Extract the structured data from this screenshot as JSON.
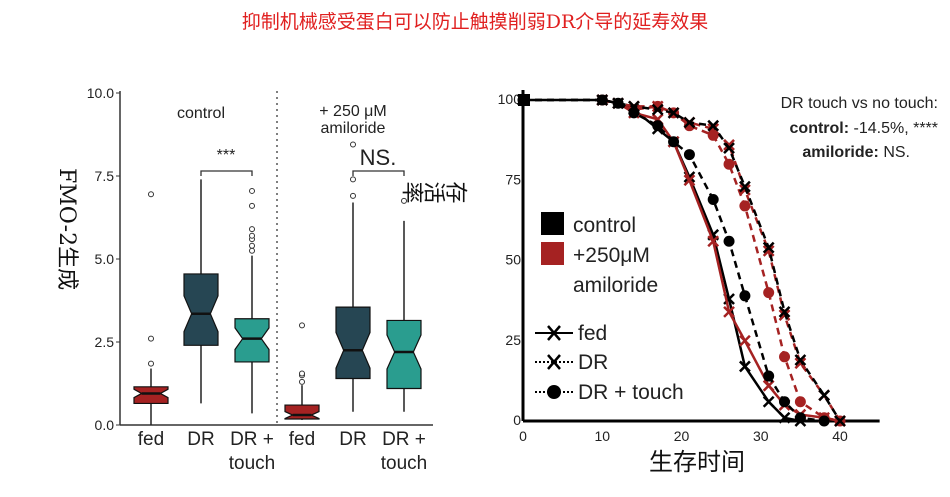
{
  "title": "抑制机械感受蛋白可以防止触摸削弱DR介导的延寿效果",
  "colors": {
    "title": "#e02020",
    "fed": "#a52222",
    "dr": "#264653",
    "touch": "#2a9d8f",
    "red": "#a52222",
    "black": "#000000"
  },
  "chart_data": [
    {
      "type": "box",
      "ylabel": "FMO-2生成",
      "ylim": [
        0,
        10
      ],
      "yticks": [
        "0.0",
        "2.5",
        "5.0",
        "7.5",
        "10.0"
      ],
      "yticks_values": [
        0,
        2.5,
        5,
        7.5,
        10
      ],
      "groups": [
        {
          "label": "control",
          "significance": "***"
        },
        {
          "label_line1": "+ 250 μM",
          "label_line2": "amiloride",
          "significance": "NS."
        }
      ],
      "boxes": [
        {
          "cat": "fed",
          "cat2": "",
          "group": 0,
          "color": "fed",
          "min": 0,
          "q1": 0.65,
          "median": 0.95,
          "q3": 1.15,
          "max": 1.7,
          "outliers": [
            1.85,
            2.6,
            6.95
          ]
        },
        {
          "cat": "DR",
          "cat2": "",
          "group": 0,
          "color": "dr",
          "min": 0.65,
          "q1": 2.4,
          "median": 3.35,
          "q3": 4.55,
          "max": 7.4,
          "outliers": []
        },
        {
          "cat": "DR +",
          "cat2": "touch",
          "group": 0,
          "color": "touch",
          "min": 0.35,
          "q1": 1.9,
          "median": 2.6,
          "q3": 3.2,
          "max": 5.1,
          "outliers": [
            5.25,
            5.4,
            5.6,
            5.7,
            5.9,
            6.6,
            7.05
          ]
        },
        {
          "cat": "fed",
          "cat2": "",
          "group": 1,
          "color": "fed",
          "min": 0.15,
          "q1": 0.18,
          "median": 0.3,
          "q3": 0.6,
          "max": 1.2,
          "outliers": [
            1.3,
            1.5,
            1.55,
            3.0
          ]
        },
        {
          "cat": "DR",
          "cat2": "",
          "group": 1,
          "color": "dr",
          "min": 0.4,
          "q1": 1.4,
          "median": 2.25,
          "q3": 3.55,
          "max": 6.7,
          "outliers": [
            6.9,
            7.4,
            8.45
          ]
        },
        {
          "cat": "DR +",
          "cat2": "touch",
          "group": 1,
          "color": "touch",
          "min": 0.4,
          "q1": 1.1,
          "median": 2.2,
          "q3": 3.15,
          "max": 6.15,
          "outliers": [
            6.75
          ]
        }
      ]
    },
    {
      "type": "line",
      "xlabel": "生存时间",
      "ylabel": "存活率",
      "xlim": [
        0,
        45
      ],
      "ylim": [
        0,
        100
      ],
      "xticks": [
        0,
        10,
        20,
        30,
        40
      ],
      "yticks": [
        0,
        25,
        50,
        75,
        100
      ],
      "annotation": {
        "line1": "DR touch vs no touch:",
        "line2_bold": "control:",
        "line2": " -14.5%, ****",
        "line3_bold": "amiloride:",
        "line3": " NS."
      },
      "legend": {
        "control": "control",
        "amiloride_1": "+250μM",
        "amiloride_2": "amiloride",
        "fed": "fed",
        "dr": "DR",
        "dr_touch": "DR + touch"
      },
      "series": [
        {
          "name": "control fed",
          "color": "black",
          "dash": "solid",
          "marker": "x",
          "x": [
            0,
            10,
            12,
            14,
            17,
            19,
            21,
            24,
            26,
            28,
            31,
            33,
            35
          ],
          "y": [
            100,
            100,
            99,
            97,
            91,
            87,
            76,
            58,
            38,
            17,
            6,
            1,
            0
          ]
        },
        {
          "name": "amiloride fed",
          "color": "red",
          "dash": "solid",
          "marker": "x",
          "x": [
            10,
            12,
            14,
            17,
            19,
            21,
            24,
            26,
            28,
            31,
            33,
            35,
            38,
            40
          ],
          "y": [
            100,
            99,
            96,
            94,
            87,
            75,
            56,
            34,
            25,
            11,
            5,
            2,
            1,
            0
          ]
        },
        {
          "name": "amiloride DR",
          "color": "red",
          "dash": "dashed",
          "marker": "x",
          "x": [
            10,
            14,
            17,
            19,
            21,
            24,
            26,
            28,
            31,
            33,
            35,
            38,
            40
          ],
          "y": [
            100,
            98,
            98,
            96,
            93,
            91,
            86,
            72,
            53,
            33,
            18,
            8,
            0
          ]
        },
        {
          "name": "amiloride DR + touch",
          "color": "red",
          "dash": "dashed",
          "marker": "o",
          "x": [
            10,
            14,
            17,
            19,
            21,
            24,
            26,
            28,
            31,
            33,
            35,
            38,
            40
          ],
          "y": [
            100,
            97,
            98,
            96,
            92,
            89,
            80,
            67,
            40,
            20,
            6,
            1,
            0
          ]
        },
        {
          "name": "control DR",
          "color": "black",
          "dash": "dashed",
          "marker": "x",
          "x": [
            0,
            10,
            12,
            14,
            17,
            19,
            21,
            24,
            26,
            28,
            31,
            33,
            35,
            38,
            40
          ],
          "y": [
            100,
            100,
            99,
            98,
            97,
            96,
            93,
            92,
            85,
            73,
            54,
            34,
            19,
            8,
            0
          ]
        },
        {
          "name": "control DR + touch",
          "color": "black",
          "dash": "dashed",
          "marker": "o",
          "x": [
            0,
            10,
            12,
            14,
            17,
            19,
            21,
            24,
            26,
            28,
            31,
            33,
            35,
            38
          ],
          "y": [
            100,
            100,
            99,
            96,
            92,
            87,
            83,
            69,
            56,
            39,
            14,
            6,
            1,
            0
          ]
        }
      ]
    }
  ]
}
